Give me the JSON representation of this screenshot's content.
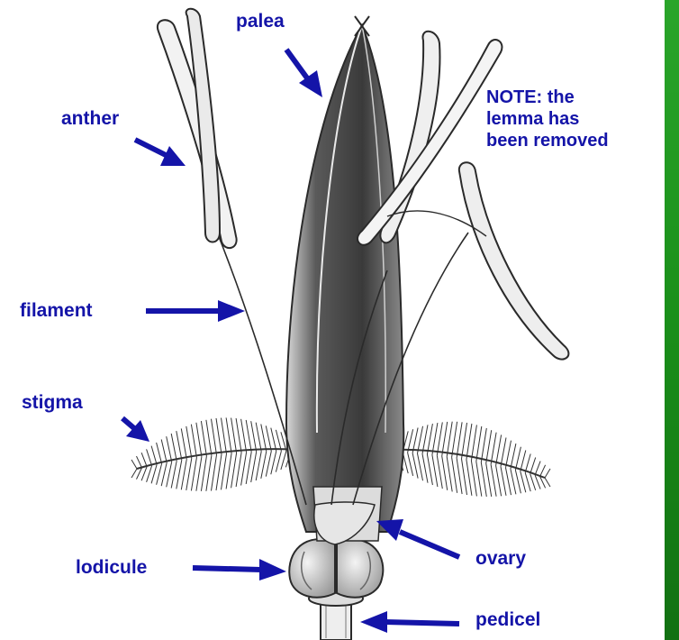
{
  "colors": {
    "label": "#1414a8",
    "arrow": "#1414a8",
    "ink": "#2a2a2a",
    "accent_bar": "#1a8f1a",
    "shading": "#4a4a4a"
  },
  "labels": {
    "palea": "palea",
    "anther": "anther",
    "filament": "filament",
    "stigma": "stigma",
    "lodicule": "lodicule",
    "ovary": "ovary",
    "pedicel": "pedicel"
  },
  "note": {
    "line1": "NOTE: the",
    "line2": "lemma has",
    "line3": "been removed"
  }
}
